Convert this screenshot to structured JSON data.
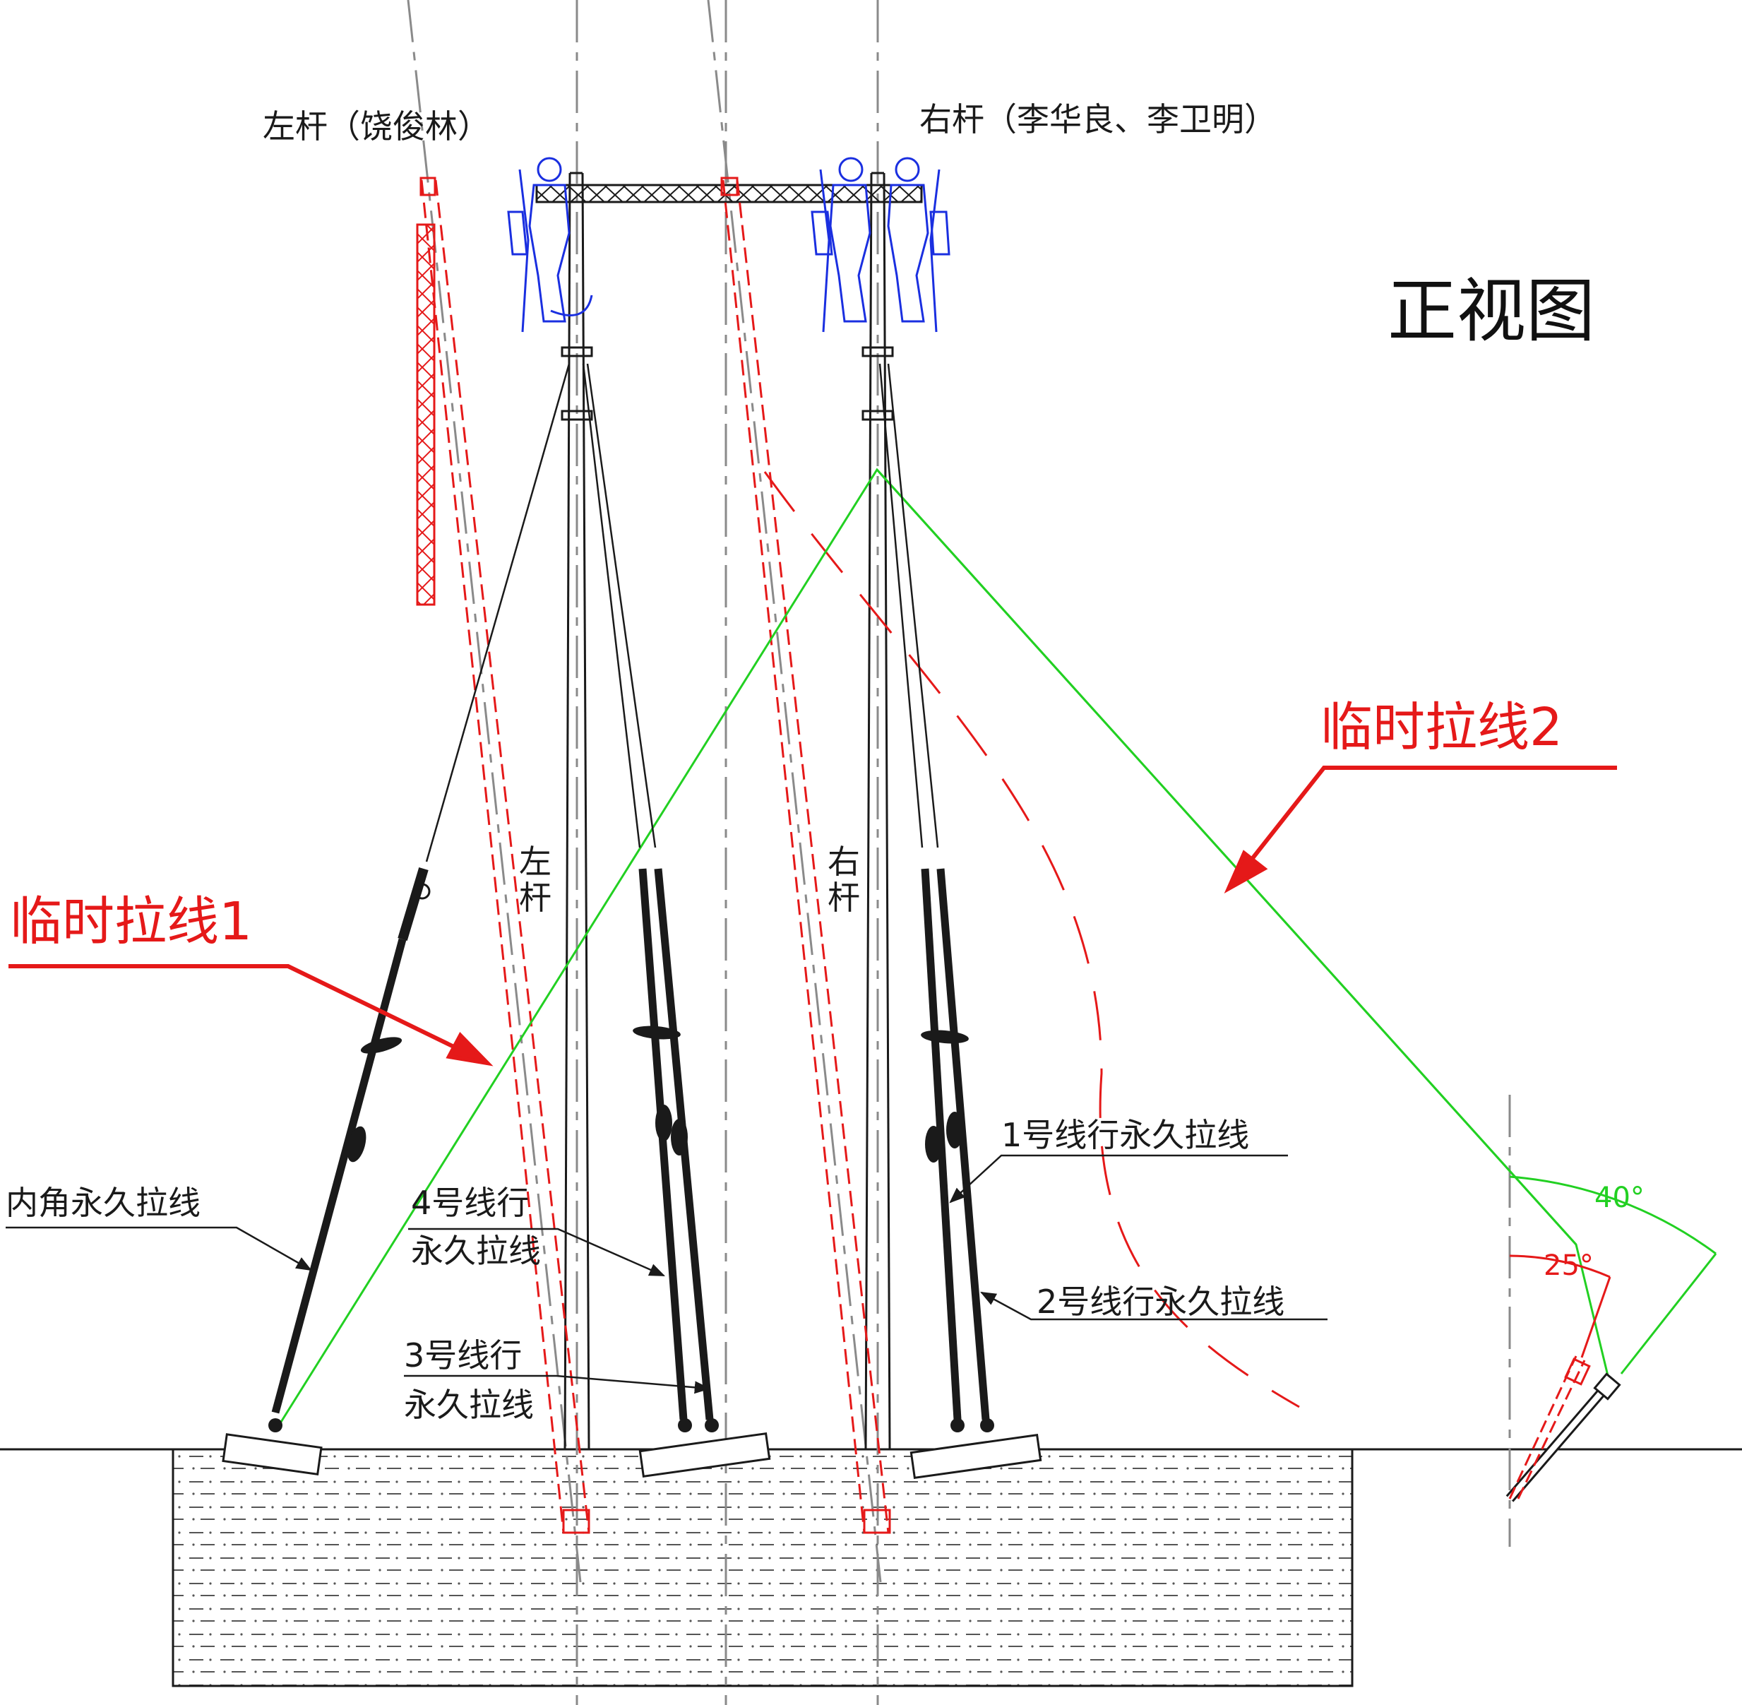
{
  "labels": {
    "left_pole_header": "左杆（饶俊林）",
    "right_pole_header": "右杆（李华良、李卫明）",
    "view_title": "正视图",
    "left_pole": "左\n杆",
    "right_pole": "右\n杆",
    "temp_guy_1": "临时拉线1",
    "temp_guy_2": "临时拉线2",
    "inner_guy": "内角永久拉线",
    "guy_4_line1": "4号线行",
    "guy_4_line2": "永久拉线",
    "guy_3_line1": "3号线行",
    "guy_3_line2": "永久拉线",
    "guy_1": "1号线行永久拉线",
    "guy_2": "2号线行永久拉线",
    "angle_40": "40°",
    "angle_25": "25°"
  },
  "colors": {
    "ink": "#1a1a1a",
    "temp_red": "#e51919",
    "green": "#22d022",
    "blue": "#1a2fe0",
    "centerline": "#8a8a8a"
  },
  "icons": [
    "lineman-figure-icon",
    "ground-anchor-icon",
    "pile-anchor-icon",
    "turnbuckle-icon"
  ]
}
